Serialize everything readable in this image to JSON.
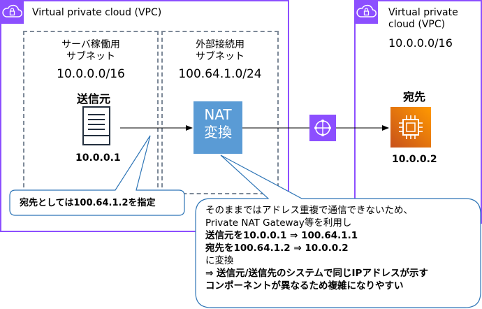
{
  "left_vpc": {
    "title": "Virtual private cloud (VPC)"
  },
  "right_vpc": {
    "title_line1": "Virtual private",
    "title_line2": "cloud (VPC)",
    "cidr": "10.0.0.0/16"
  },
  "server_subnet": {
    "label_line1": "サーバ稼働用",
    "label_line2": "サブネット",
    "cidr": "10.0.0.0/16"
  },
  "external_subnet": {
    "label_line1": "外部接続用",
    "label_line2": "サブネット",
    "cidr": "100.64.1.0/24"
  },
  "source": {
    "label": "送信元",
    "ip": "10.0.0.1"
  },
  "nat": {
    "line1": "NAT",
    "line2": "変換"
  },
  "destination": {
    "label": "宛先",
    "ip": "10.0.0.2"
  },
  "callout_small": {
    "text": "宛先としては100.64.1.2を指定"
  },
  "callout_large": {
    "line1": "そのままではアドレス重複で通信できないため、",
    "line2": "Private NAT Gateway等を利用し",
    "line3": "送信元を10.0.0.1 ⇒ 100.64.1.1",
    "line4": "宛先を100.64.1.2 ⇒ 10.0.0.2",
    "line5": "に変換",
    "line6": "⇒ 送信元/送信先のシステムで同じIPアドレスが示す",
    "line7": "コンポーネントが異なるため複雑になりやすい"
  },
  "colors": {
    "vpc": "#8c4fff",
    "nat": "#5a9bd5",
    "ec2": "#ed7100",
    "callout_border": "#2e75b6"
  },
  "icons": [
    "vpc-cloud-icon",
    "server-icon",
    "transit-gateway-icon",
    "ec2-instance-icon"
  ]
}
